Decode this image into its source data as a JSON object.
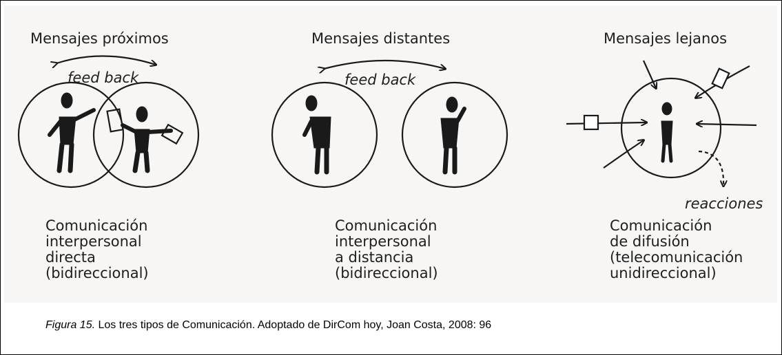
{
  "panels": [
    {
      "heading": "Mensajes próximos",
      "feedback": "feed back",
      "description": "Comunicación\ninterpersonal\ndirecta\n(bidireccional)"
    },
    {
      "heading": "Mensajes distantes",
      "feedback": "feed back",
      "description": "Comunicación\ninterpersonal\na distancia\n(bidireccional)"
    },
    {
      "heading": "Mensajes lejanos",
      "reactions": "reacciones",
      "description": "Comunicación\nde difusión\n(telecomunicación\nunidireccional)"
    }
  ],
  "caption": {
    "figure_label": "Figura 15.",
    "text": " Los tres tipos de Comunicación. Adoptado de DirCom hoy, Joan Costa, 2008: 96"
  },
  "icons": [
    "person-figure-icon",
    "phone-icon",
    "message-device-icon",
    "arrow-icon"
  ]
}
